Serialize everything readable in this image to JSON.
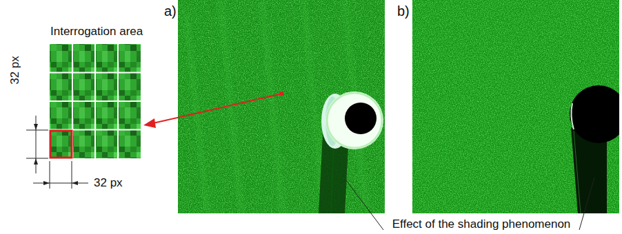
{
  "diagram": {
    "labels": [
      "Interrogation area",
      "32 px",
      "32 px",
      "a)",
      "b)",
      "Effect of the shading phenomenon"
    ]
  }
}
